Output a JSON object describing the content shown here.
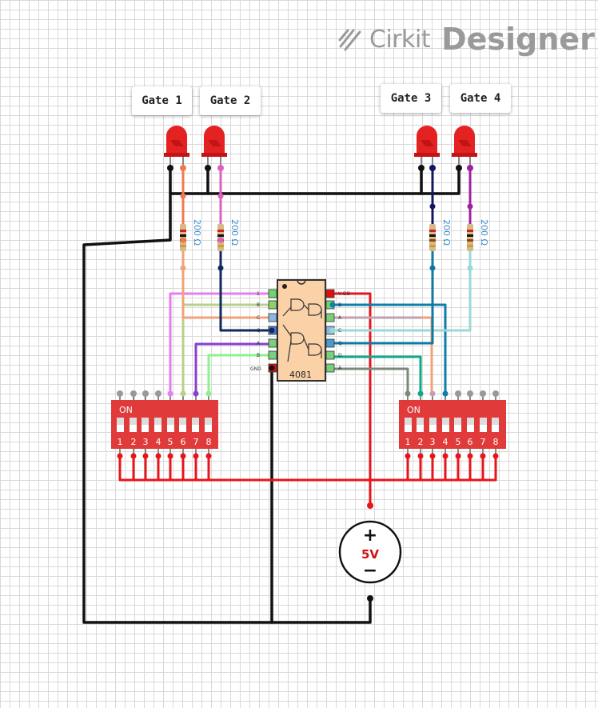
{
  "branding": {
    "logo_icon": "cirkit-logo-icon",
    "name_part1": "Cirkit",
    "name_part2": "Designer"
  },
  "gate_labels": [
    "Gate 1",
    "Gate 2",
    "Gate 3",
    "Gate 4"
  ],
  "resistors": [
    "200 Ω",
    "200 Ω",
    "200 Ω",
    "200 Ω"
  ],
  "ic": {
    "part_number": "4081",
    "left_pins": [
      "1",
      "B",
      "C",
      "Q",
      "A",
      "B",
      "GND"
    ],
    "right_pins": [
      "V DD",
      "B",
      "A",
      "C",
      "Q",
      "D",
      "A"
    ]
  },
  "dip_switch": {
    "on_label": "ON",
    "positions": [
      "1",
      "2",
      "3",
      "4",
      "5",
      "6",
      "7",
      "8"
    ]
  },
  "power_source": {
    "plus": "+",
    "voltage": "5V",
    "minus": "−"
  },
  "colors": {
    "wire_black": "#111111",
    "wire_red": "#e8141b",
    "led_red": "#e52222",
    "dip_red": "#e03a3a",
    "ic_body": "#fbd2a8"
  }
}
